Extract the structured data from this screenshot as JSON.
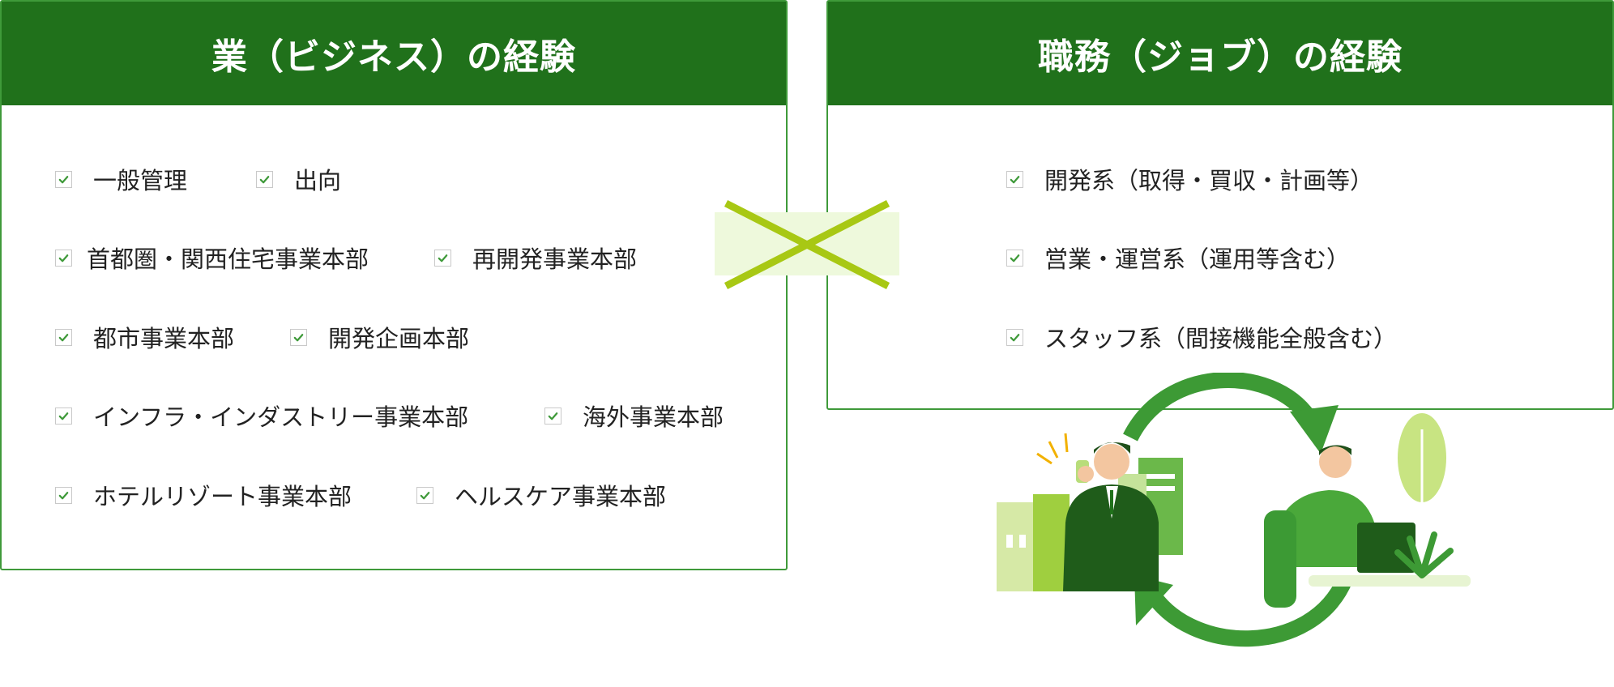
{
  "left_panel": {
    "title": "業（ビジネス）の経験",
    "items": [
      "一般管理",
      "出向",
      "首都圏・関西住宅事業本部",
      "再開発事業本部",
      "都市事業本部",
      "開発企画本部",
      "インフラ・インダストリー事業本部",
      "海外事業本部",
      "ホテルリゾート事業本部",
      "ヘルスケア事業本部"
    ]
  },
  "right_panel": {
    "title": "職務（ジョブ）の経験",
    "items": [
      "開発系（取得・買収・計画等）",
      "営業・運営系（運用等含む）",
      "スタッフ系（間接機能全般含む）"
    ]
  },
  "colors": {
    "header_green": "#20711b",
    "border_green": "#3f9a3a",
    "check_green": "#3f9a3a",
    "cross_lime": "#a8c814",
    "cross_bg": "#eef9dc"
  },
  "icons": {
    "checkbox": "checkbox-checked-icon",
    "cross": "multiply-cross-icon",
    "illustration": "job-rotation-illustration"
  }
}
